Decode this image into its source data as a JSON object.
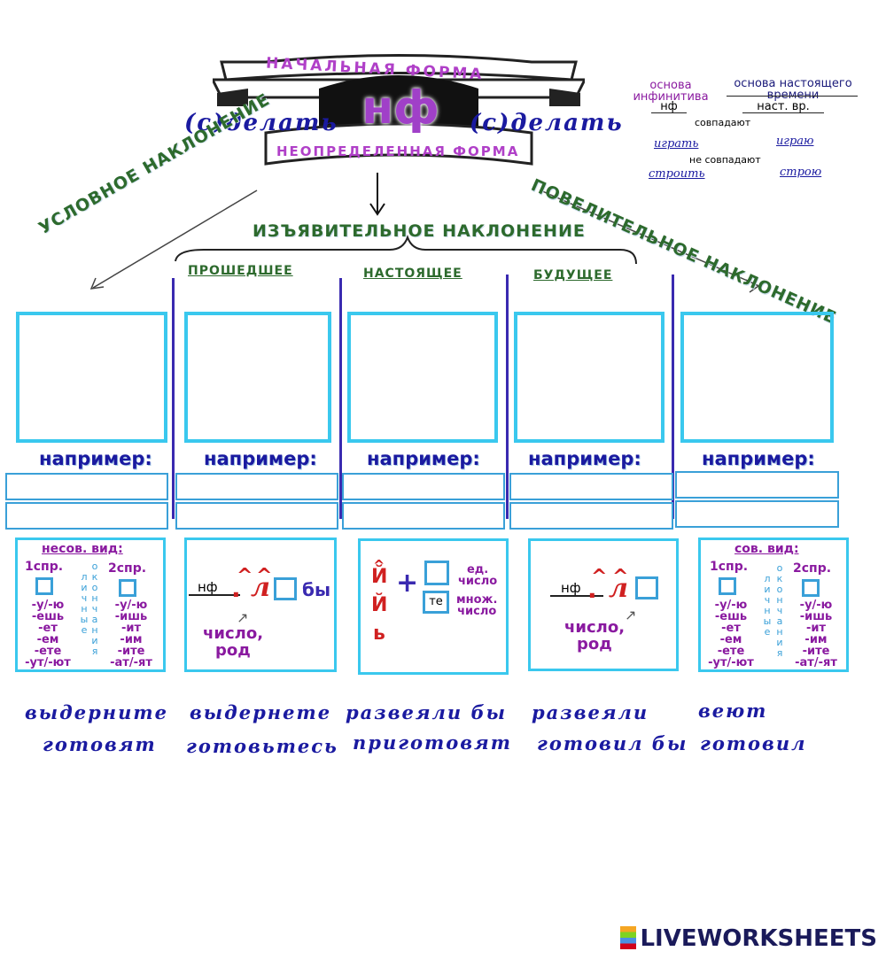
{
  "header": {
    "nf": "нф",
    "arc_top": "НАЧАЛЬНАЯ ФОРМА",
    "arc_bottom": "НЕОПРЕДЕЛЕННАЯ ФОРМА",
    "left_word": "(с)делать",
    "right_word": "(с)делать"
  },
  "legend": {
    "inf_base": "основа инфинитива",
    "pres_base": "основа настоящего времени",
    "nf": "нф",
    "nast": "наст. вр.",
    "match": "совпадают",
    "nomatch": "не совпадают",
    "igrat": "играть",
    "igrayu": "играю",
    "stroit": "строить",
    "stroyu": "строю"
  },
  "moods": {
    "conditional": "УСЛОВНОЕ НАКЛОНЕНИЕ",
    "indicative": "ИЗЪЯВИТЕЛЬНОЕ НАКЛОНЕНИЕ",
    "imperative": "ПОВЕЛИТЕЛЬНОЕ НАКЛОНЕНИЕ"
  },
  "tenses": [
    "ПРОШЕДШЕЕ",
    "НАСТОЯЩЕЕ",
    "БУДУЩЕЕ"
  ],
  "columns": [
    {
      "naprimer": "например:",
      "field1": "",
      "field2": ""
    },
    {
      "naprimer": "например:",
      "field1": "",
      "field2": ""
    },
    {
      "naprimer": "например:",
      "field1": "",
      "field2": ""
    },
    {
      "naprimer": "например:",
      "field1": "",
      "field2": ""
    },
    {
      "naprimer": "например:",
      "field1": "",
      "field2": ""
    }
  ],
  "card1": {
    "title": "несов. вид:",
    "c1": "1спр.",
    "c2": "2спр.",
    "e1": [
      "-у/-ю",
      "-ешь",
      "-ет",
      "-ем",
      "-ете",
      "-ут/-ют"
    ],
    "e2": [
      "-у/-ю",
      "-ишь",
      "-ит",
      "-им",
      "-ите",
      "-ат/-ят"
    ],
    "v1": "л и ч н ы е",
    "v2": "о к о н ч а н и я"
  },
  "card2": {
    "nf": "нф",
    "dot": ".",
    "l": "л",
    "by": "бы",
    "chislo": "число,",
    "rod": "род"
  },
  "card3": {
    "i": "й",
    "i2": "й",
    "soft": "ь",
    "plus": "+",
    "ed": "ед.",
    "ed2": "число",
    "te": "те",
    "mn": "множ.",
    "mn2": "число"
  },
  "card4": {
    "nf": "нф",
    "dot": ".",
    "l": "л",
    "chislo": "число,",
    "rod": "род"
  },
  "card5": {
    "title": "сов. вид:",
    "c1": "1спр.",
    "c2": "2спр.",
    "e1": [
      "-у/-ю",
      "-ешь",
      "-ет",
      "-ем",
      "-ете",
      "-ут/-ют"
    ],
    "e2": [
      "-у/-ю",
      "-ишь",
      "-ит",
      "-им",
      "-ите",
      "-ат/-ят"
    ],
    "v1": "л и ч н ы е",
    "v2": "о к о н ч а н и я"
  },
  "words": {
    "row1": [
      "выдерните",
      "выдернете",
      "развеяли бы",
      "развеяли",
      "веют"
    ],
    "row2": [
      "готовят",
      "готовьтесь",
      "приготовят",
      "готовил бы",
      "готовил"
    ]
  },
  "logo": "LIVEWORKSHEETS",
  "colors": {
    "accent": "#3ac8ee",
    "purple": "#8a1aa0",
    "green": "#2d6a2d",
    "navy": "#1a1aa0"
  }
}
